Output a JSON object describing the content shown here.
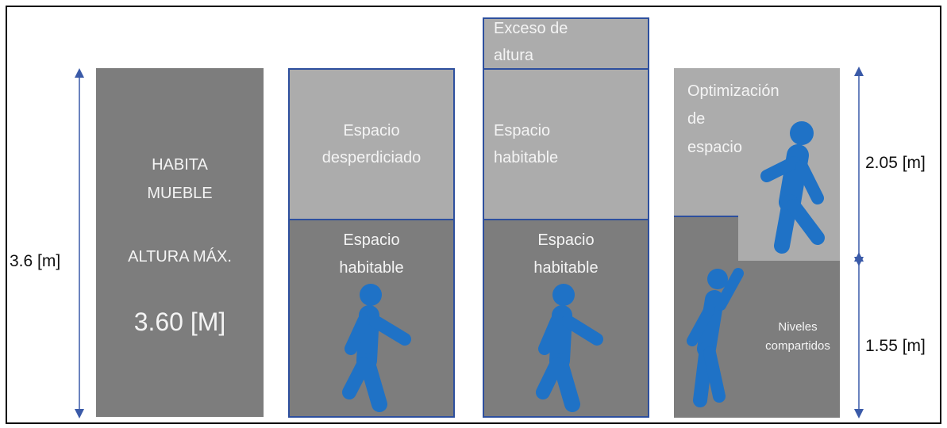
{
  "columns": {
    "col1": {
      "line1": "HABITA",
      "line2": "MUEBLE",
      "max_label": "ALTURA MÁX.",
      "value": "3.60 [M]"
    },
    "col2": {
      "top_line1": "Espacio",
      "top_line2": "desperdiciado",
      "bottom_line1": "Espacio",
      "bottom_line2": "habitable"
    },
    "col3": {
      "excess_line1": "Exceso de",
      "excess_line2": "altura",
      "mid_line1": "Espacio",
      "mid_line2": "habitable",
      "bottom_line1": "Espacio",
      "bottom_line2": "habitable"
    },
    "col4": {
      "top_line1": "Optimización",
      "top_line2": "de",
      "top_line3": "espacio",
      "shared_line1": "Niveles",
      "shared_line2": "compartidos"
    }
  },
  "dimensions": {
    "left": "3.6 [m]",
    "right_upper": "2.05 [m]",
    "right_lower": "1.55 [m]"
  },
  "colors": {
    "dark_block": "#7d7d7d",
    "light_block": "#acacac",
    "outline": "#2d4f9e",
    "figure": "#1f72c6",
    "arrow": "#3a5aa8"
  },
  "icons": [
    "walking-person-icon",
    "climbing-person-icon"
  ]
}
